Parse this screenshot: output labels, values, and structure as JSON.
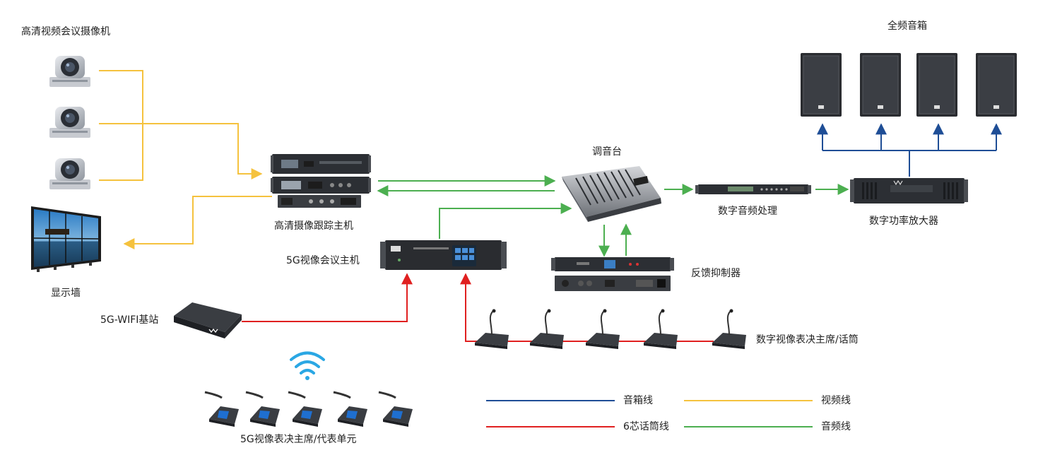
{
  "colors": {
    "speaker_line": "#1f4e96",
    "video_line": "#f5c23e",
    "mic_line": "#e02020",
    "audio_line": "#4caf50"
  },
  "labels": {
    "hd_camera": "高清视频会议摄像机",
    "display_wall": "显示墙",
    "tracking_host": "高清摄像跟踪主机",
    "mixer": "调音台",
    "dsp": "数字音频处理",
    "amplifier": "数字功率放大器",
    "full_range_speaker": "全频音箱",
    "feedback_suppressor": "反馈抑制器",
    "conference_host_5g": "5G视像会议主机",
    "wifi_base_station": "5G-WIFI基站",
    "digital_mic": "数字视像表决主席/话筒",
    "wireless_unit": "5G视像表决主席/代表单元"
  },
  "legend": {
    "speaker_line": "音箱线",
    "video_line": "视频线",
    "mic_line": "6芯话筒线",
    "audio_line": "音频线"
  }
}
